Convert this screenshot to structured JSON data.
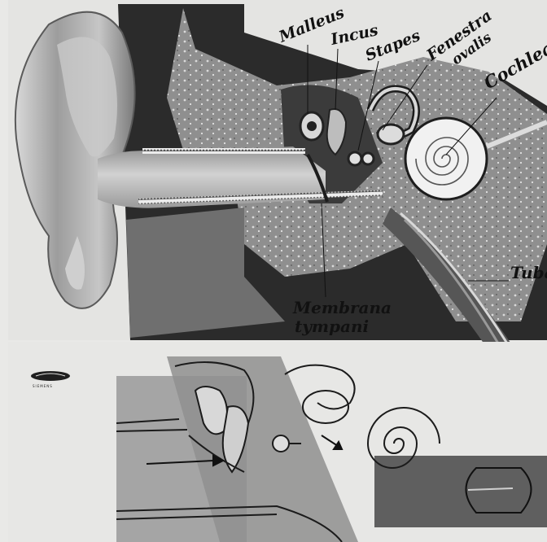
{
  "labels": {
    "malleus": "Malleus",
    "incus": "Incus",
    "stapes": "Stapes",
    "fenestra": "Fenestra",
    "ovalis": "ovalis",
    "cochlea": "Cochlea",
    "tuba": "Tuba",
    "membrana": "Membrana",
    "tympani": "tympani"
  },
  "logo": {
    "text": "SIEMENS"
  },
  "colors": {
    "paper": "#e9e9e7",
    "bone": "#8e8e8e",
    "dark": "#2a2a2a",
    "canal": "#b9b9b9",
    "ear": "#a9a9a9"
  }
}
